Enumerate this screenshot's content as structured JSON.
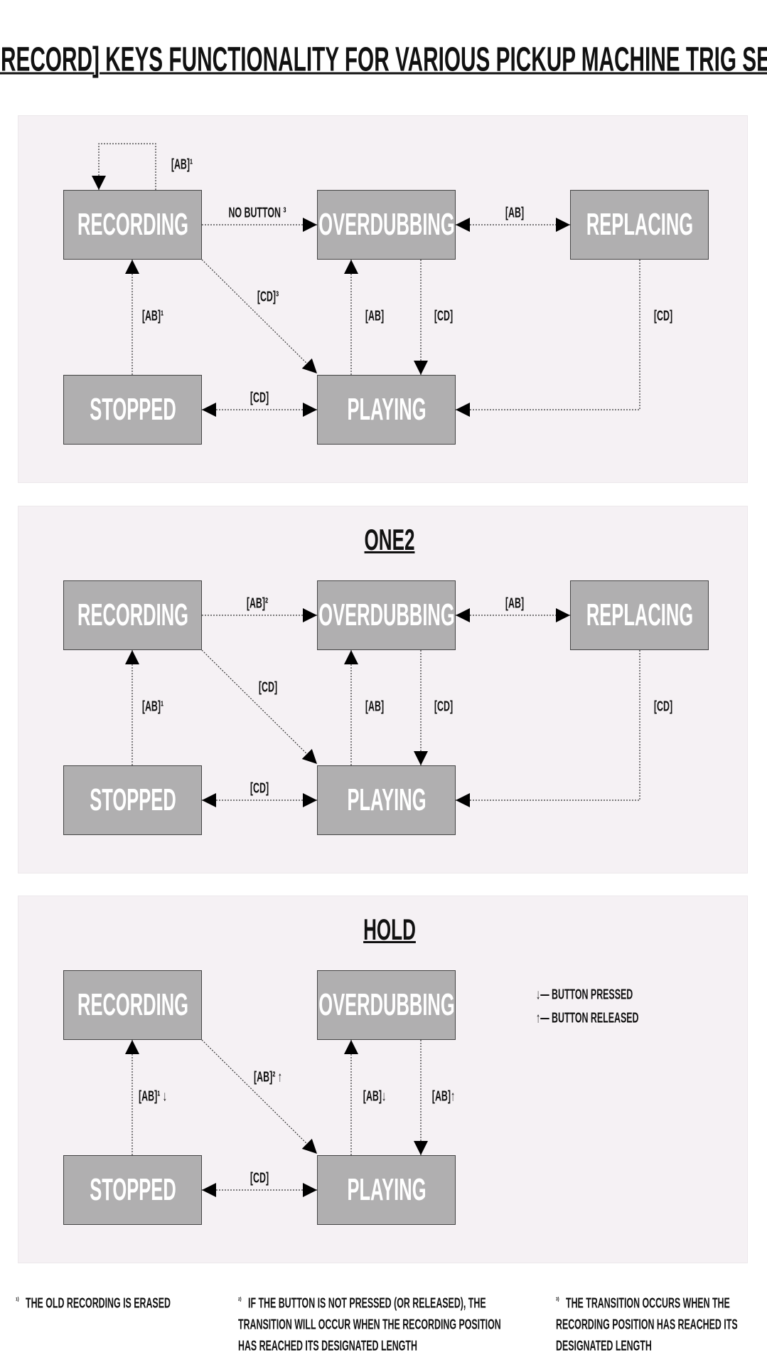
{
  "title": "[AUDIO RECORD] KEYS FUNCTIONALITY FOR VARIOUS PICKUP MACHINE TRIG SETTINGS",
  "panels": [
    {
      "title": "",
      "states": {
        "recording": "RECORDING",
        "overdubbing": "OVERDUBBING",
        "replacing": "REPLACING",
        "stopped": "STOPPED",
        "playing": "PLAYING"
      },
      "labels": {
        "self_loop": "[AB]¹",
        "rec_ovd": "NO BUTTON ³",
        "ovd_rep": "[AB]",
        "rec_play": "[CD]³",
        "play_ovd": "[AB]",
        "ovd_play": "[CD]",
        "rep_play": "[CD]",
        "stop_rec": "[AB]¹",
        "stop_play": "[CD]"
      }
    },
    {
      "title": "ONE2",
      "states": {
        "recording": "RECORDING",
        "overdubbing": "OVERDUBBING",
        "replacing": "REPLACING",
        "stopped": "STOPPED",
        "playing": "PLAYING"
      },
      "labels": {
        "rec_ovd": "[AB]²",
        "ovd_rep": "[AB]",
        "rec_play": "[CD]",
        "play_ovd": "[AB]",
        "ovd_play": "[CD]",
        "rep_play": "[CD]",
        "stop_rec": "[AB]¹",
        "stop_play": "[CD]"
      }
    },
    {
      "title": "HOLD",
      "states": {
        "recording": "RECORDING",
        "overdubbing": "OVERDUBBING",
        "stopped": "STOPPED",
        "playing": "PLAYING"
      },
      "labels": {
        "rec_play": "[AB]² ↑",
        "play_ovd": "[AB]↓",
        "ovd_play": "[AB]↑",
        "stop_rec": "[AB]¹ ↓",
        "stop_play": "[CD]"
      },
      "legend": [
        "↓— BUTTON PRESSED",
        "↑— BUTTON RELEASED"
      ]
    }
  ],
  "footnotes": [
    {
      "mark": "¹⁾",
      "lines": [
        "THE OLD RECORDING IS ERASED"
      ]
    },
    {
      "mark": "²⁾",
      "lines": [
        "IF THE BUTTON IS NOT PRESSED (OR RELEASED), THE",
        "TRANSITION WILL OCCUR WHEN THE RECORDING POSITION",
        "HAS REACHED ITS DESIGNATED LENGTH"
      ]
    },
    {
      "mark": "³⁾",
      "lines": [
        "THE TRANSITION OCCURS WHEN THE",
        "RECORDING POSITION HAS REACHED ITS",
        "DESIGNATED LENGTH"
      ]
    }
  ]
}
